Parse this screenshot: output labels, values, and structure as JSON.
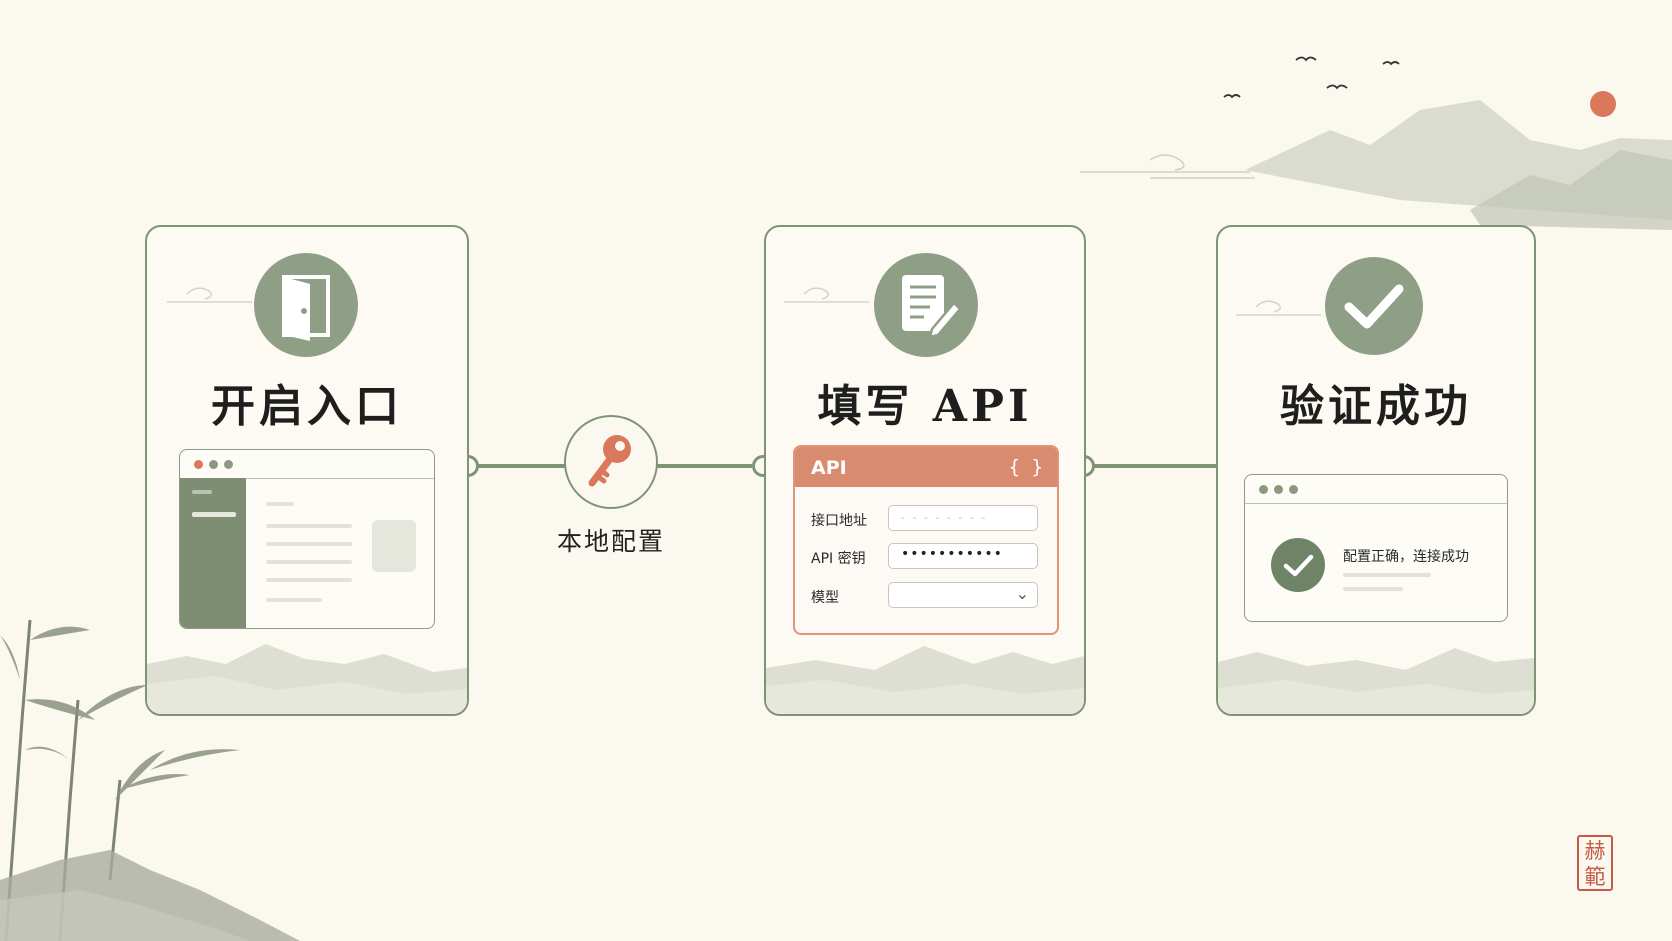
{
  "steps": [
    {
      "title": "开启入口",
      "icon": "door-icon"
    },
    {
      "title": "填写 API",
      "icon": "document-edit-icon"
    },
    {
      "title": "验证成功",
      "icon": "checkmark-icon"
    }
  ],
  "connector": {
    "label": "本地配置",
    "icon": "key-icon"
  },
  "api_form": {
    "header": "API",
    "header_icon": "{ }",
    "fields": [
      {
        "label": "接口地址",
        "placeholder": "- - - - - - - -"
      },
      {
        "label": "API 密钥",
        "value": "•••••••••••"
      },
      {
        "label": "模型",
        "icon": "chevron-down-icon"
      }
    ]
  },
  "success": {
    "message": "配置正确，连接成功"
  },
  "seal_text": "赫範",
  "colors": {
    "sage": "#7f9475",
    "terracotta": "#d98b6f",
    "paper": "#fbf8ef",
    "sun": "#d9785a"
  }
}
